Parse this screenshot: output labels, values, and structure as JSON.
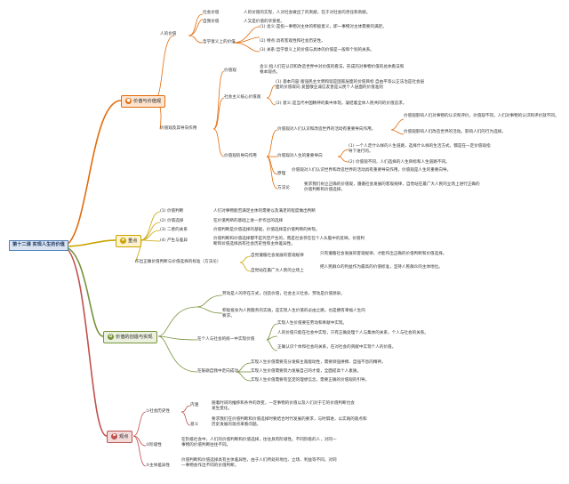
{
  "root": "第十二课 实现人生的价值",
  "topics": {
    "t1": "价值与价值观",
    "t2": "重点",
    "t3": "价值的创造与实现",
    "t4": "观点"
  },
  "s1": {
    "a": "人的价值",
    "a1": "社会价值",
    "a1d": "人的价值的实现，人对社会做出了的贡献，在于对社会的责任和贡献。",
    "a2": "自我价值",
    "a2d": "人又是价值的享受者。",
    "a3": "哲学意义上的价值",
    "a3d1": "(1) 含义:是指一事物对主体的积极意义，即一事物对主体需要的满足。",
    "a3d2": "(2) 特点:具有客观性和社会历史性。",
    "a3d3": "(3) 关系:哲学意义上的价值与具体的价值是一般和个别的关系。",
    "b": "价值观及其导向作用",
    "b1": "价值观",
    "b1d": "含义:指人们在认识和改造世界中对价值的看法，形成的对事物价值的总体看法和根本观点。",
    "b2": "社会主义核心价值观",
    "b2d1": "(1) 基本内容:富强民主文明和谐是国家层面的价值目标 自由平等公正法治是社会层面的价值取向 爱国敬业诚信友善是公民个人层面的价值准则",
    "b2d2": "(2) 意义:是当代中国精神的集中体现，凝结着全体人民共同的价值追求。",
    "b3": "价值观的导向作用",
    "b3a": "价值观对人们认识和改造世界的活动有重要导向作用。",
    "b3ad1": "价值观影响人们对事物的认识和评价。价值观不同，人们对事物的认识和评价就不同。",
    "b3ad2": "价值观影响人们改造世界的活动。影响人们的行为选择。",
    "b3b": "价值观对人生的重要导向",
    "b3bd1": "(1) 一个人走什么样的人生道路，选择什么样的生活方式，都是在一定价值观指导下进行的。",
    "b3bd2": "(2) 价值观不同，人们选择的人生目标和人生道路不同。",
    "b3c": "原理",
    "b3cd": "价值观对人们认识世界和改造世界的活动具有重要导向作用，价值观是人生的重要向导。",
    "b3e": "方法论",
    "b3ed": "要求我们树立正确的价值观，遵循社会发展的客观规律，自觉站在最广大人民的立场上进行正确的价值判断和价值选择。"
  },
  "s2": {
    "p1": "(1) 价值判断",
    "p1d": "人们对事物能否满足主体的需要以及满足的程度做出判断",
    "p2": "(2) 价值选择",
    "p2d": "在价值判断的基础上进一步作出的选择",
    "p3": "(3) 二者的关系",
    "p3d": "价值判断是价值选择的基础，价值选择是价值判断的体现。",
    "p4": "(4) 产生与差异",
    "p4d": "价值判断和价值选择都不是凭空产生的，而是社会存在在个人头脑中的反映。价值判断和价值选择具有社会历史性和主体差异性。",
    "p5": "作出正确价值判断与价值选择的标准（方法论）",
    "p5a": "自觉遵循社会发展的客观规律",
    "p5ad": "只有遵循社会发展的客观规律，才能作出正确的价值判断和价值选择。",
    "p5b": "自觉站在最广大人民的立场上",
    "p5bd": "把人民群众的利益作为最高的价值标准，坚持人民群众的主体地位。"
  },
  "s3": {
    "a1": "劳动是人的存在方式，创造价值，社会主义社会，劳动是价值源泉。",
    "a2": "积极投身为人民服务的实践，是实现人生价值的必由之路，也是拥有幸福人生的要求。",
    "b": "在个人与社会的统一中实现价值",
    "b1": "实现人生价值要在劳动和奉献中实现。",
    "b2": "人的价值只能在社会中实现，只有正确处理个人与集体的关系，个人与社会的关系。",
    "b3": "正确认识个体和社会的关系，在对社会的贡献中实现个人的价值。",
    "c": "在砥砺自我中走向成功",
    "c1": "实现人生价值需要充分发挥主观能动性，需要顽强拼搏、自强不息的精神。",
    "c2": "实现人生价值需要努力发展自己的才能，全面提高个人素质。",
    "c3": "实现人生价值需要有坚定的理想信念，需要正确的价值观的引导。"
  },
  "s4": {
    "a": "①社会历史性",
    "a1": "内涵",
    "a1d": "随着时间的推移和条件的改变，一定事物的价值以及人们对于它的价值判断也会发生变化。",
    "a2": "意义",
    "a2d": "要求我们在价值判断和价值选择时要结合时代发展的要求，与时俱进，以实践的观点和历史发展的观点来看问题。",
    "b": "②阶级性",
    "bd": "在阶级社会中，人们的价值判断和价值选择，往往具有阶级性。不同阶级的人，对同一事物的价值判断往往不同。",
    "c": "③主体差异性",
    "cd": "价值判断和价值选择具有主体差异性，由于人们所处的地位、立场、利益等不同，对同一事物会作出不同的价值判断。"
  },
  "colors": {
    "branch1": "#e26b0a",
    "branch2": "#c9a400",
    "branch3": "#77933c",
    "branch4": "#c0504d",
    "rootBorder": "#4f81bd"
  }
}
